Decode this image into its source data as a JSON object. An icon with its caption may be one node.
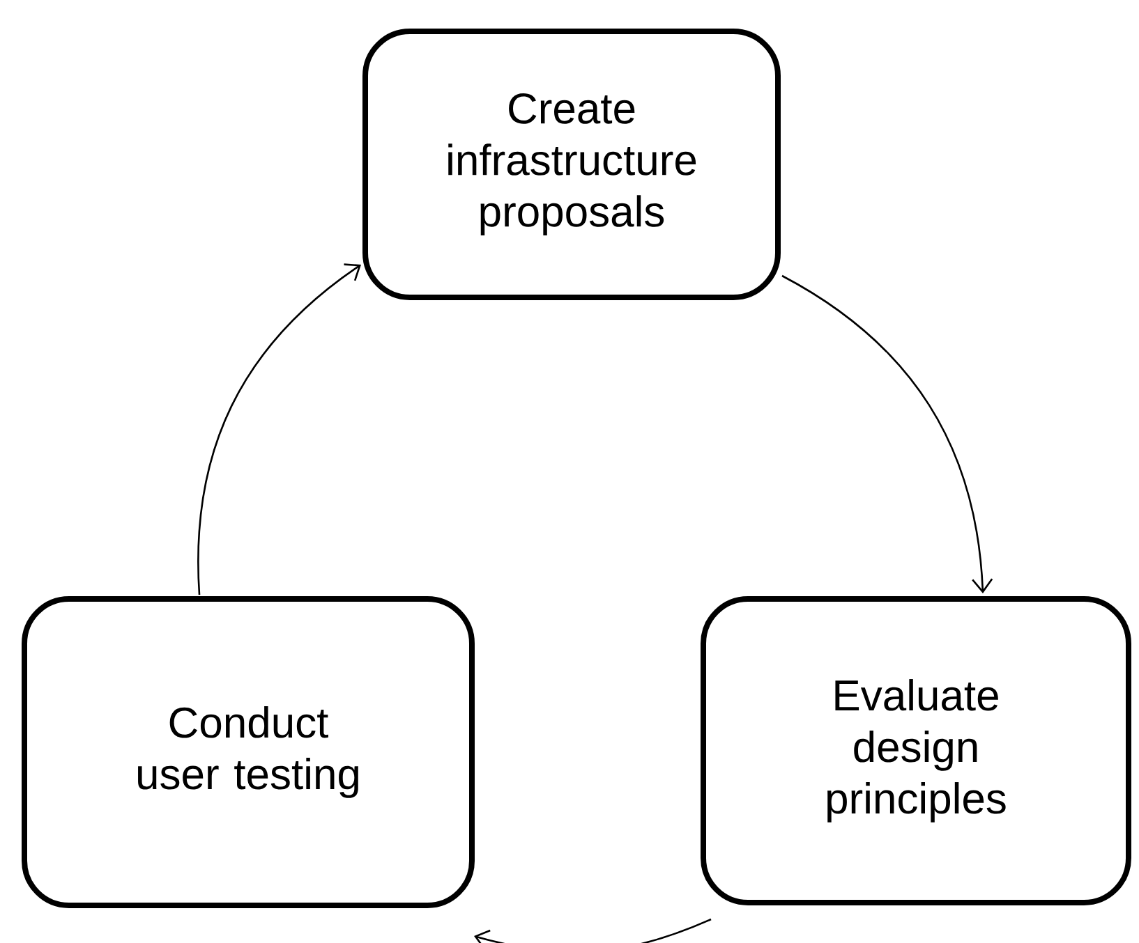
{
  "diagram": {
    "nodes": [
      {
        "text": [
          "Create infrastructure proposals"
        ]
      },
      {
        "text": [
          "Evaluate design principles"
        ]
      },
      {
        "text": [
          "Conduct user testing"
        ]
      }
    ],
    "edges": [
      {
        "from": 0,
        "to": 1,
        "arrow": "to"
      },
      {
        "from": 1,
        "to": 2,
        "arrow": "to"
      },
      {
        "from": 2,
        "to": 0,
        "arrow": "to"
      }
    ]
  }
}
